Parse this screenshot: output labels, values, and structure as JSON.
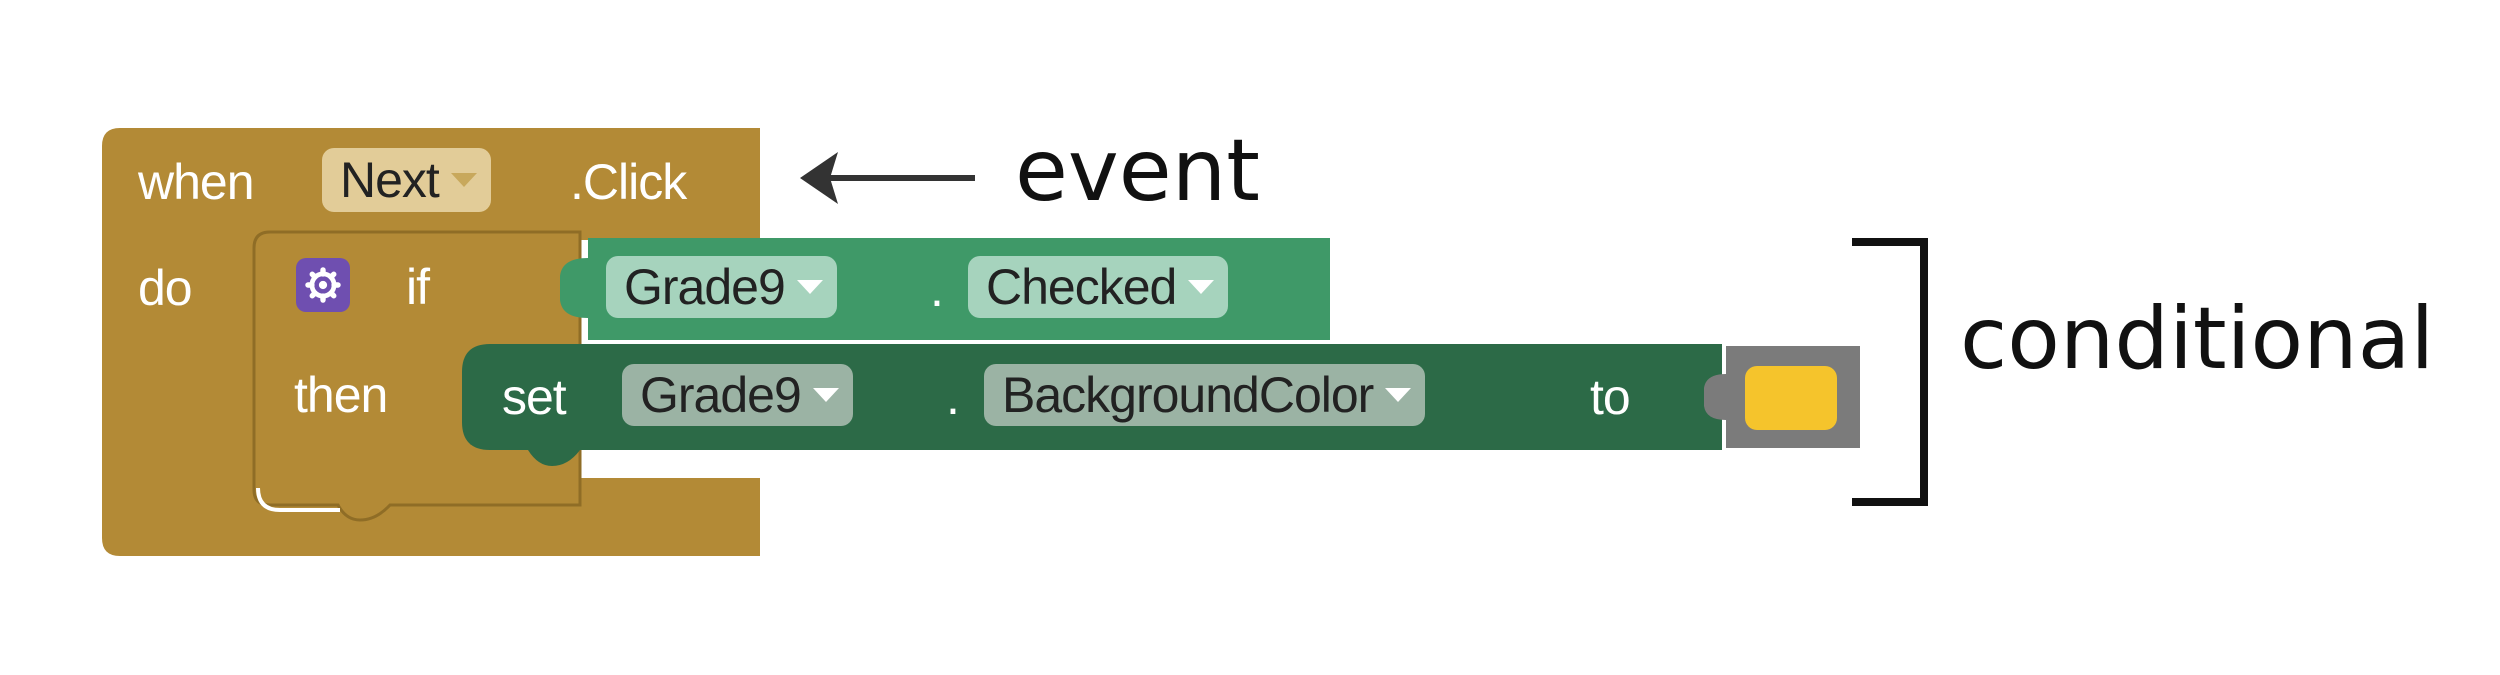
{
  "event_block": {
    "when_label": "when",
    "component": "Next",
    "event_suffix": ".Click",
    "do_label": "do",
    "color": "#b38a36"
  },
  "if_block": {
    "if_label": "if",
    "then_label": "then",
    "gear_color": "#6f4fb0"
  },
  "getter_block": {
    "component": "Grade9",
    "dot": ".",
    "property": "Checked",
    "color": "#3f9968"
  },
  "setter_block": {
    "set_label": "set",
    "component": "Grade9",
    "dot": ".",
    "property": "BackgroundColor",
    "to_label": "to",
    "color": "#2c6a47",
    "color_value_swatch": "#f5c42c"
  },
  "annotations": {
    "event": "event",
    "conditional": "conditional"
  }
}
